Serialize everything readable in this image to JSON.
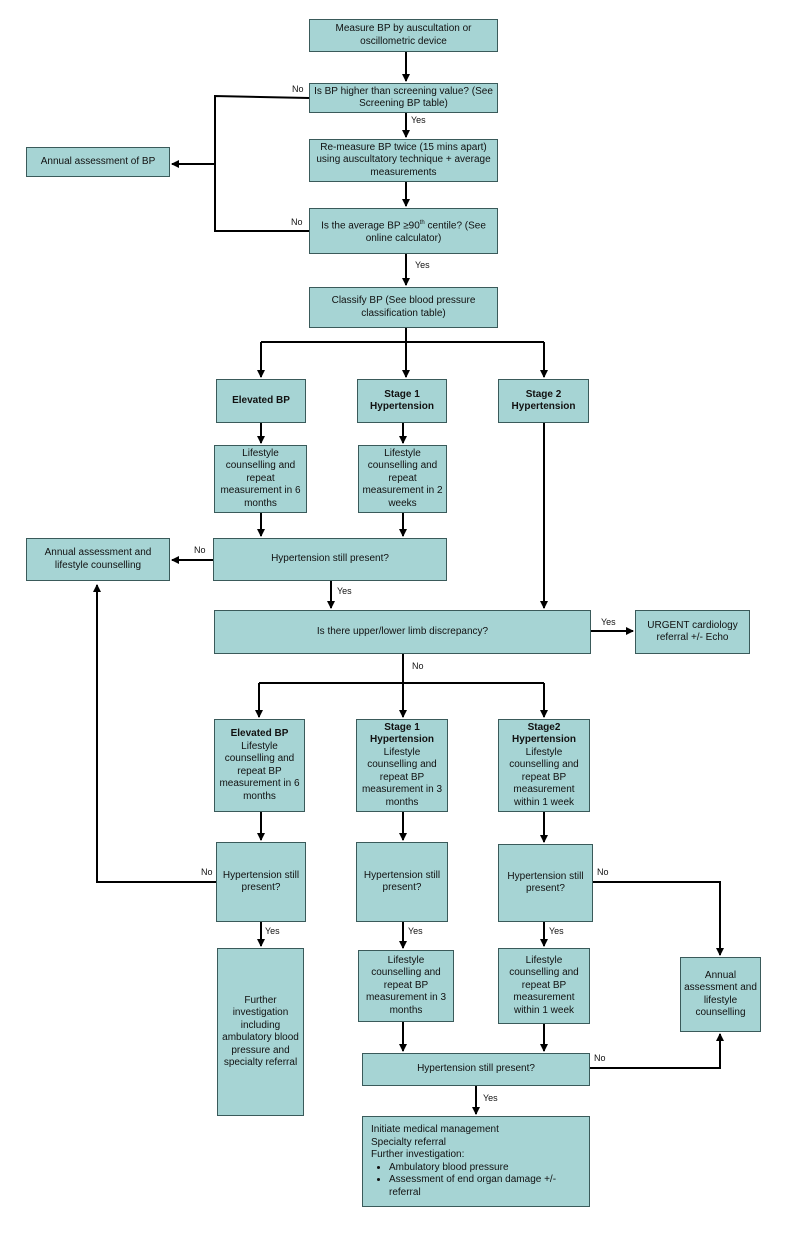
{
  "boxes": {
    "measure": "Measure BP by auscultation or oscillometric device",
    "screen_q": "Is BP higher than screening value? (See Screening BP table)",
    "annual1": "Annual assessment of BP",
    "remeasure": "Re-measure BP twice (15 mins apart) using auscultatory technique + average measurements",
    "avg_q_pre": "Is the average BP ≥90",
    "avg_q_sup": "th",
    "avg_q_post": " centile? (See online calculator)",
    "classify": "Classify BP (See blood pressure classification table)",
    "elev1": "Elevated BP",
    "stage1_1": "Stage 1 Hypertension",
    "stage2_1": "Stage 2 Hypertension",
    "life6m": "Lifestyle counselling and repeat measurement in 6 months",
    "life2w": "Lifestyle counselling and repeat measurement in 2 weeks",
    "htn_q1": "Hypertension still present?",
    "annual2": "Annual assessment and lifestyle counselling",
    "limb_q": "Is there upper/lower limb discrepancy?",
    "urgent": "URGENT cardiology referral +/- Echo",
    "elev2_title": "Elevated BP",
    "elev2_body": "Lifestyle counselling and repeat BP measurement in 6 months",
    "stage1_2_title": "Stage 1 Hypertension",
    "stage1_2_body": "Lifestyle counselling and repeat BP measurement in 3 months",
    "stage2_2_title": "Stage2 Hypertension",
    "stage2_2_body": "Lifestyle counselling and repeat BP measurement within 1 week",
    "htn_q_a": "Hypertension still present?",
    "htn_q_b": "Hypertension still present?",
    "htn_q_c": "Hypertension still present?",
    "further": "Further investigation including ambulatory blood pressure and specialty referral",
    "life3m": "Lifestyle counselling and repeat BP measurement in 3 months",
    "life1w": "Lifestyle counselling and repeat BP measurement within 1 week",
    "annual3": "Annual assessment and lifestyle counselling",
    "htn_q_final": "Hypertension still present?",
    "final_line1": "Initiate medical management",
    "final_line2": "Specialty referral",
    "final_line3": "Further investigation:",
    "final_bullet1": "Ambulatory blood pressure",
    "final_bullet2": "Assessment of end organ damage +/- referral"
  },
  "labels": {
    "no": "No",
    "yes": "Yes"
  },
  "colors": {
    "box_fill": "#a6d4d4",
    "box_border": "#3a5a5a",
    "connector": "#000000"
  }
}
